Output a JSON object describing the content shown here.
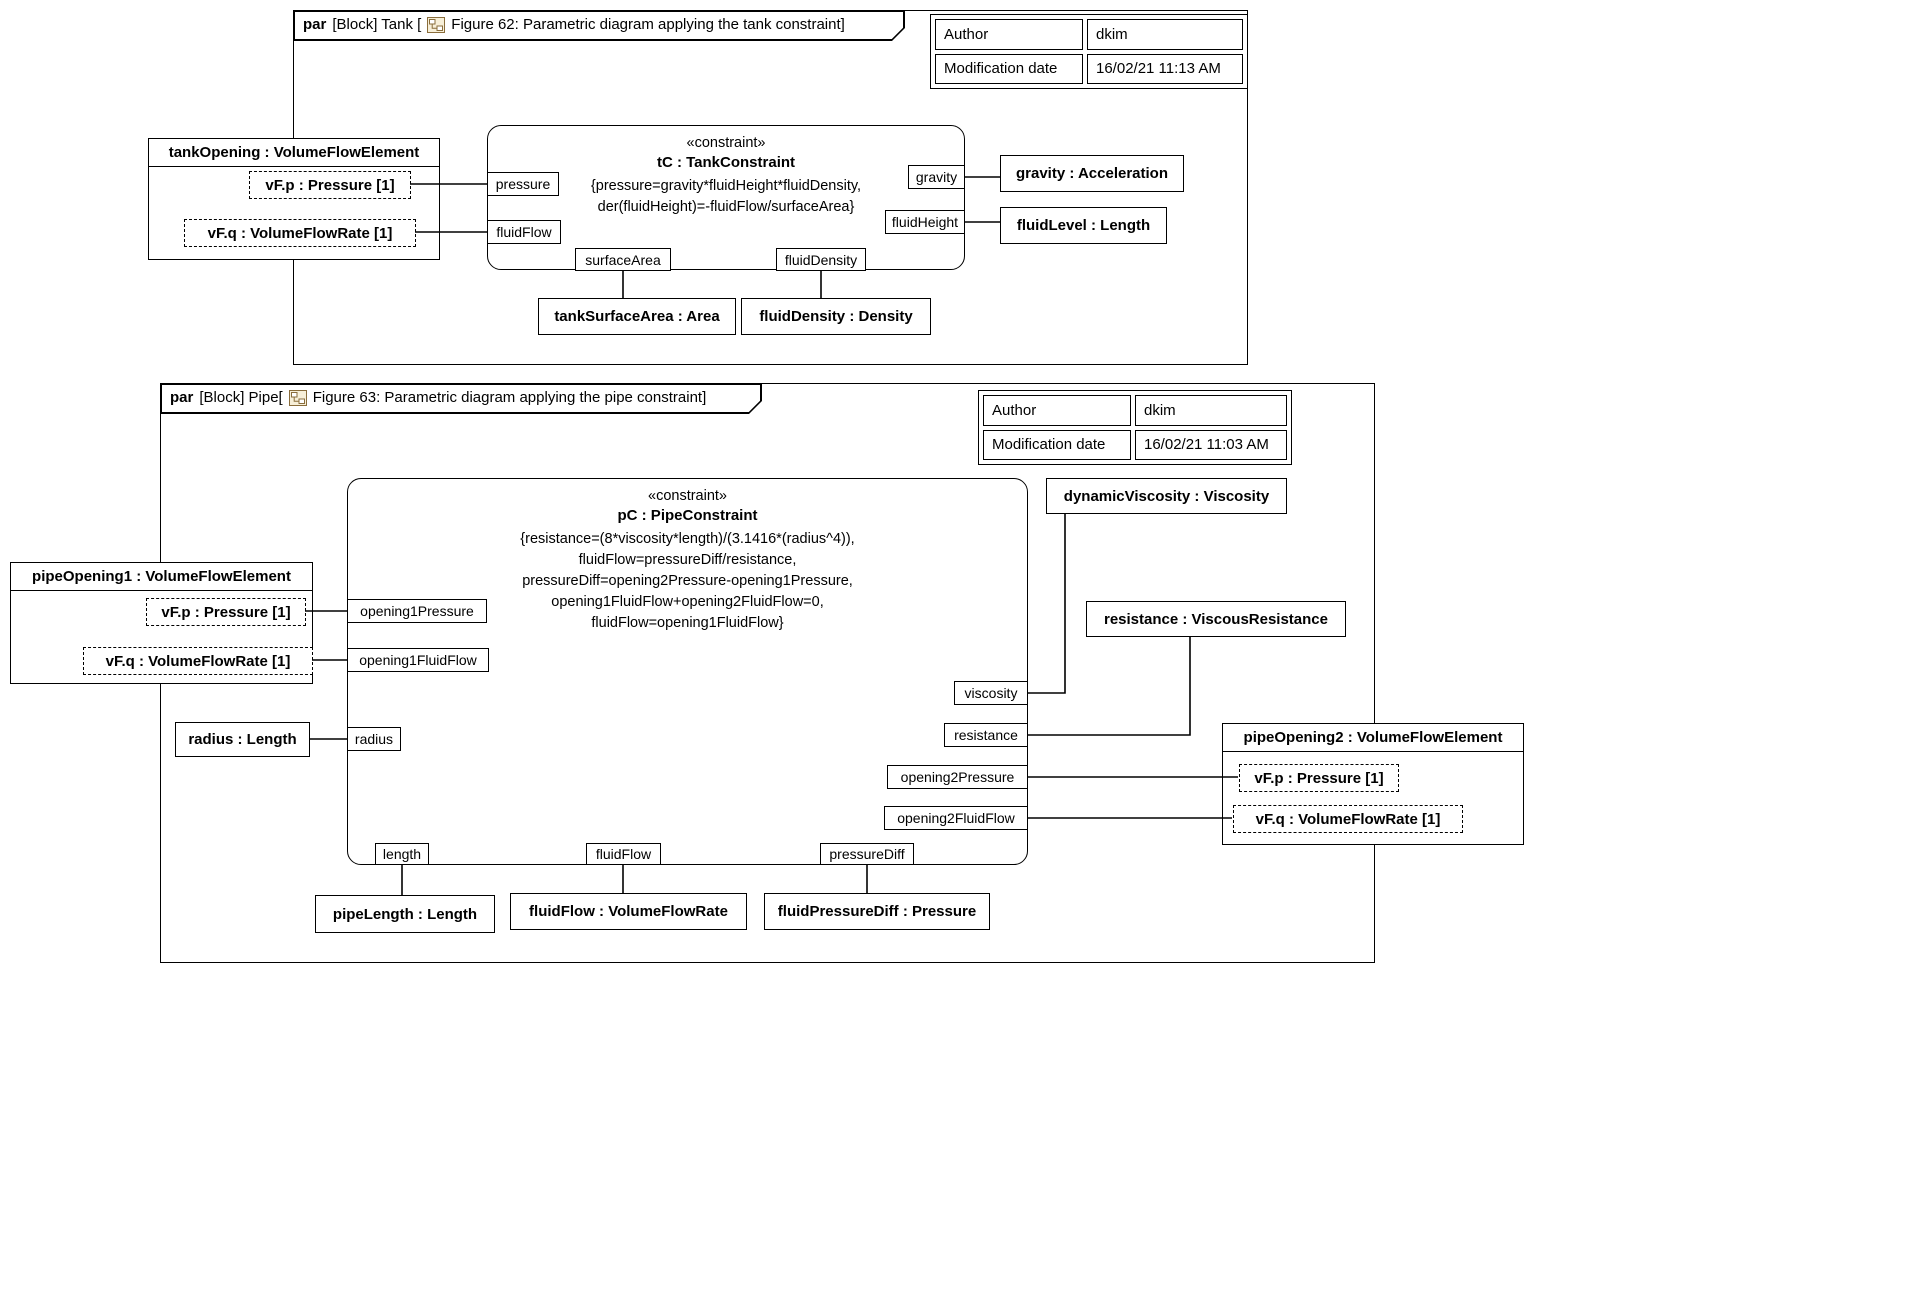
{
  "colors": {
    "line": "#000000",
    "background": "#ffffff",
    "diagram_icon": "#8a6d3b",
    "diagram_icon_fill": "#f7efd8"
  },
  "tank": {
    "tab": {
      "keyword": "par",
      "prefix": "[Block] Tank [",
      "title": "Figure 62: Parametric diagram applying the tank constraint]"
    },
    "meta": {
      "author_label": "Author",
      "author_value": "dkim",
      "date_label": "Modification date",
      "date_value": "16/02/21 11:13 AM"
    },
    "opening": {
      "title": "tankOpening : VolumeFlowElement",
      "p": "vF.p : Pressure [1]",
      "q": "vF.q : VolumeFlowRate [1]"
    },
    "constraint": {
      "stereotype": "«constraint»",
      "name": "tC : TankConstraint",
      "eq1": "{pressure=gravity*fluidHeight*fluidDensity,",
      "eq2": "der(fluidHeight)=-fluidFlow/surfaceArea}"
    },
    "ports": {
      "pressure": "pressure",
      "fluidFlow": "fluidFlow",
      "gravity": "gravity",
      "fluidHeight": "fluidHeight",
      "surfaceArea": "surfaceArea",
      "fluidDensity": "fluidDensity"
    },
    "blocks": {
      "gravity": "gravity : Acceleration",
      "fluidLevel": "fluidLevel : Length",
      "surfaceArea": "tankSurfaceArea : Area",
      "fluidDensity": "fluidDensity : Density"
    }
  },
  "pipe": {
    "tab": {
      "keyword": "par",
      "prefix": "[Block] Pipe[",
      "title": "Figure 63: Parametric diagram applying the pipe constraint]"
    },
    "meta": {
      "author_label": "Author",
      "author_value": "dkim",
      "date_label": "Modification date",
      "date_value": "16/02/21 11:03 AM"
    },
    "opening1": {
      "title": "pipeOpening1 : VolumeFlowElement",
      "p": "vF.p : Pressure [1]",
      "q": "vF.q : VolumeFlowRate [1]"
    },
    "opening2": {
      "title": "pipeOpening2 : VolumeFlowElement",
      "p": "vF.p : Pressure [1]",
      "q": "vF.q : VolumeFlowRate [1]"
    },
    "constraint": {
      "stereotype": "«constraint»",
      "name": "pC : PipeConstraint",
      "eq1": "{resistance=(8*viscosity*length)/(3.1416*(radius^4)),",
      "eq2": "fluidFlow=pressureDiff/resistance,",
      "eq3": "pressureDiff=opening2Pressure-opening1Pressure,",
      "eq4": "opening1FluidFlow+opening2FluidFlow=0,",
      "eq5": "fluidFlow=opening1FluidFlow}"
    },
    "ports": {
      "opening1Pressure": "opening1Pressure",
      "opening1FluidFlow": "opening1FluidFlow",
      "radius": "radius",
      "viscosity": "viscosity",
      "resistance": "resistance",
      "opening2Pressure": "opening2Pressure",
      "opening2FluidFlow": "opening2FluidFlow",
      "length": "length",
      "fluidFlow": "fluidFlow",
      "pressureDiff": "pressureDiff"
    },
    "blocks": {
      "radius": "radius : Length",
      "dynamicViscosity": "dynamicViscosity : Viscosity",
      "resistance": "resistance : ViscousResistance",
      "pipeLength": "pipeLength : Length",
      "fluidFlow": "fluidFlow : VolumeFlowRate",
      "pressureDiff": "fluidPressureDiff : Pressure"
    }
  }
}
